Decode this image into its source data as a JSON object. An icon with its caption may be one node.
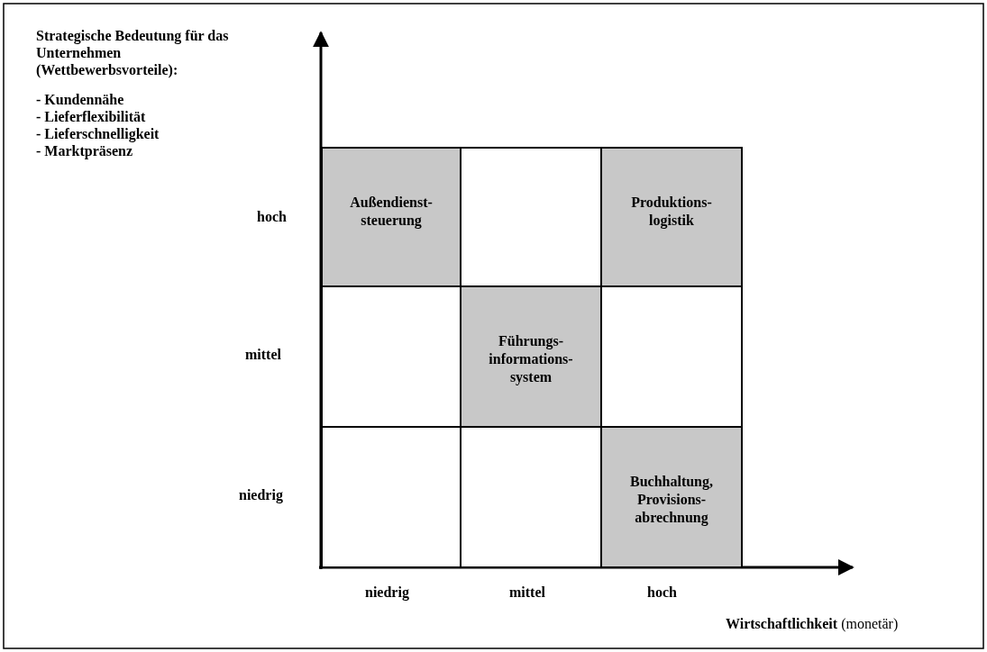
{
  "diagram": {
    "nodes": [
      {
        "text": [
          "Außendienst- steuerung"
        ]
      },
      {
        "text": [],
        "shape": "box"
      },
      {
        "text": [
          "Produktions- logistik"
        ]
      },
      {
        "text": [],
        "shape": "box"
      },
      {
        "text": [
          "Führungs- informations- system"
        ]
      },
      {
        "text": [],
        "shape": "box"
      },
      {
        "text": [],
        "shape": "box"
      },
      {
        "text": [],
        "shape": "box"
      },
      {
        "text": [
          "Buchhaltung, Provisions- abrechnung"
        ]
      }
    ],
    "edges": [],
    "labels": [
      "Strategische Bedeutung für das Unternehmen (Wettbewerbsvorteile):",
      "- Kundennähe",
      "- Lieferflexibilität",
      "- Lieferschnelligkeit",
      "- Marktpräsenz",
      "hoch",
      "mittel",
      "niedrig",
      "niedrig",
      "mittel",
      "hoch",
      "**Wirtschaftlichkeit** (monetär)"
    ]
  }
}
